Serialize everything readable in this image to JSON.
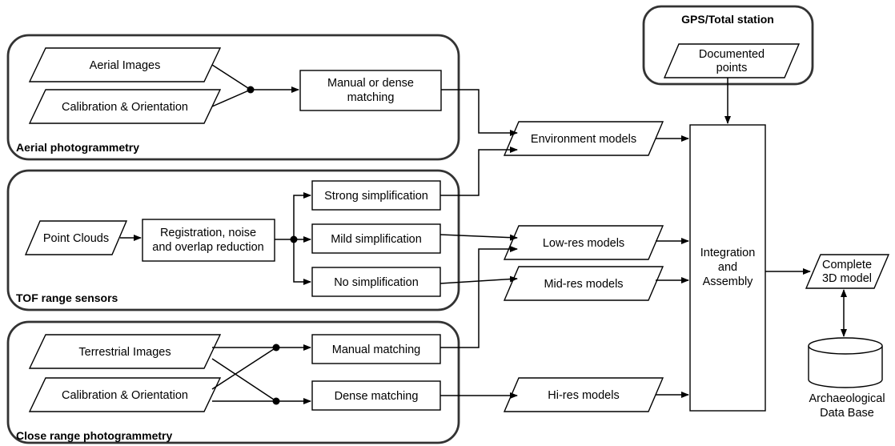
{
  "groups": {
    "aerial": "Aerial photogrammetry",
    "tof": "TOF range sensors",
    "close": "Close range photogrammetry",
    "gps": "GPS/Total station"
  },
  "inputs": {
    "aerial_images": "Aerial Images",
    "aerial_calibration": "Calibration & Orientation",
    "point_clouds": "Point Clouds",
    "terrestrial_images": "Terrestrial Images",
    "close_calibration": "Calibration & Orientation",
    "documented_points": [
      "Documented",
      "points"
    ]
  },
  "processes": {
    "manual_dense": [
      "Manual or dense",
      "matching"
    ],
    "registration": [
      "Registration, noise",
      "and overlap reduction"
    ],
    "strong": "Strong simplification",
    "mild": "Mild simplification",
    "none": "No simplification",
    "manual_matching": "Manual matching",
    "dense_matching": "Dense matching",
    "integration": [
      "Integration",
      "and",
      "Assembly"
    ]
  },
  "outputs": {
    "environment": "Environment models",
    "lowres": "Low-res models",
    "midres": "Mid-res models",
    "hires": "Hi-res models",
    "complete": [
      "Complete",
      "3D model"
    ]
  },
  "database": [
    "Archaeological",
    "Data Base"
  ]
}
